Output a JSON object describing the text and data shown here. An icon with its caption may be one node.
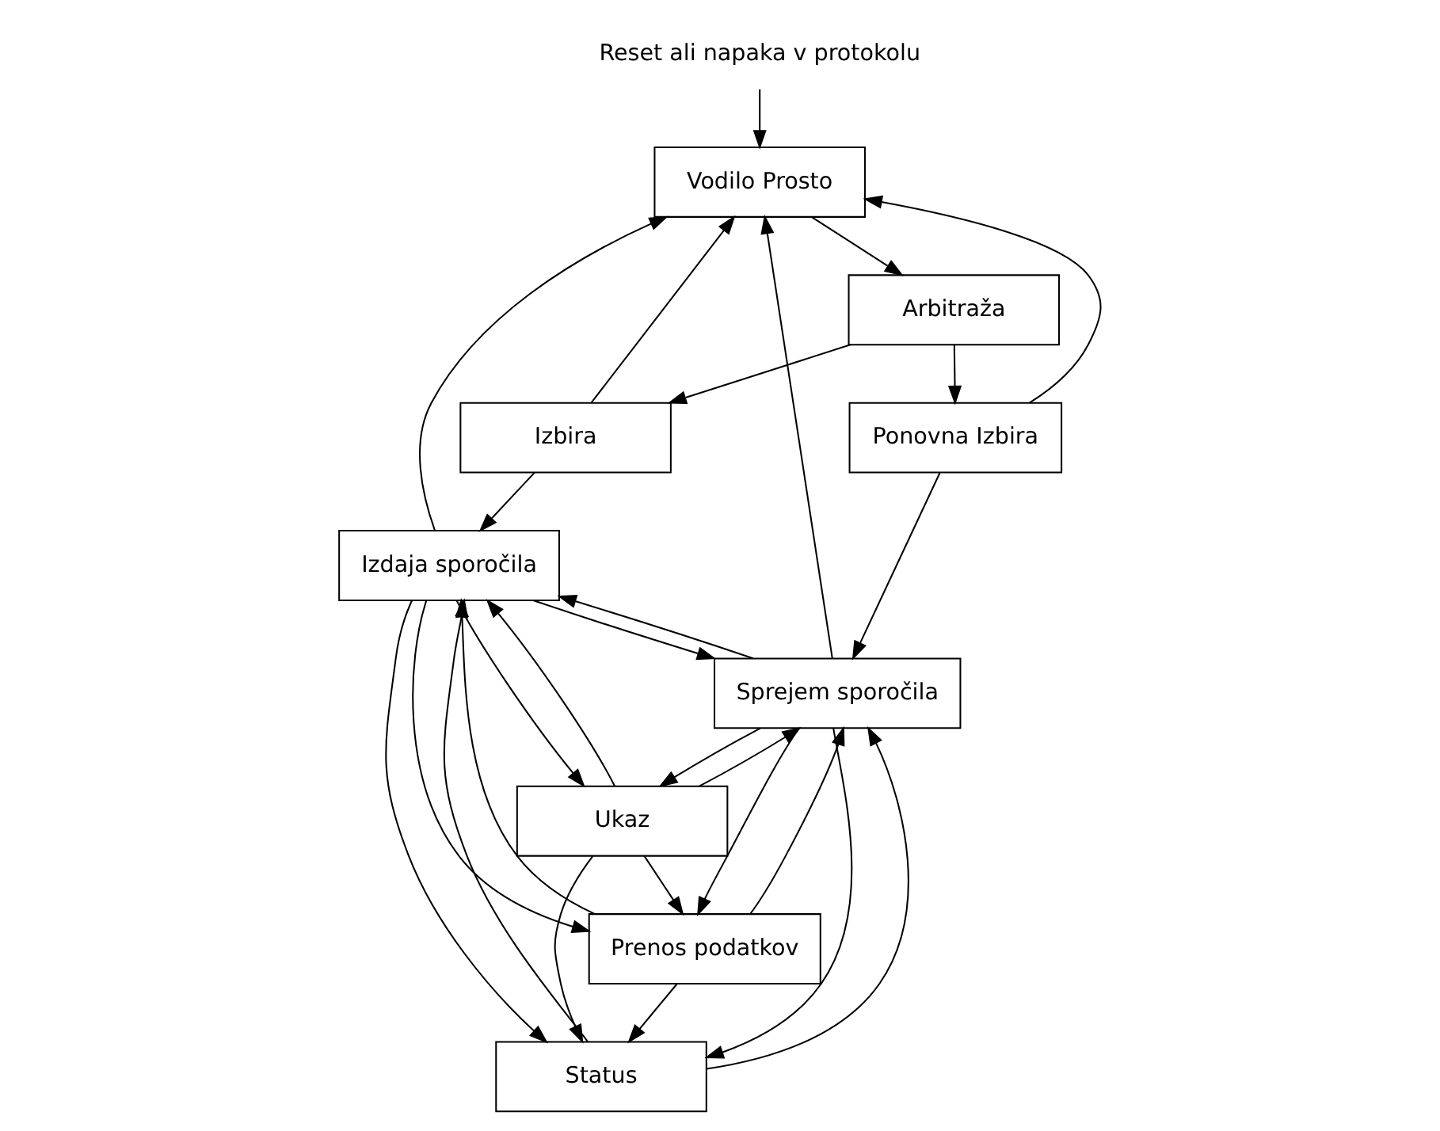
{
  "diagram": {
    "nodes": [
      {
        "text": [
          "Reset ali napaka v protokolu"
        ]
      },
      {
        "text": [
          "Vodilo Prosto"
        ]
      },
      {
        "text": [
          "Izbira"
        ]
      },
      {
        "text": [
          "Arbitraža"
        ]
      },
      {
        "text": [
          "Ponovna Izbira"
        ]
      },
      {
        "text": [
          "Izdaja sporočila"
        ]
      },
      {
        "text": [
          "Ukaz"
        ]
      },
      {
        "text": [
          "Prenos podatkov"
        ]
      },
      {
        "text": [
          "Status"
        ]
      },
      {
        "text": [
          "Sprejem sporočila"
        ]
      }
    ],
    "edges": [
      {
        "from": 0,
        "to": 1,
        "arrow": "to"
      },
      {
        "from": 1,
        "to": 3,
        "arrow": "to"
      },
      {
        "from": 3,
        "to": 2,
        "arrow": "to"
      },
      {
        "from": 3,
        "to": 4,
        "arrow": "to"
      },
      {
        "from": 2,
        "to": 1,
        "arrow": "to"
      },
      {
        "from": 4,
        "to": 1,
        "arrow": "to"
      },
      {
        "from": 2,
        "to": 5,
        "arrow": "to"
      },
      {
        "from": 5,
        "to": 1,
        "arrow": "to"
      },
      {
        "from": 9,
        "to": 1,
        "arrow": "to"
      },
      {
        "from": 4,
        "to": 9,
        "arrow": "to"
      },
      {
        "from": 5,
        "to": 6,
        "arrow": "to"
      },
      {
        "from": 6,
        "to": 5,
        "arrow": "to"
      },
      {
        "from": 6,
        "to": 7,
        "arrow": "to"
      },
      {
        "from": 7,
        "to": 8,
        "arrow": "to"
      },
      {
        "from": 8,
        "to": 9,
        "arrow": "to"
      },
      {
        "from": 9,
        "to": 8,
        "arrow": "to"
      },
      {
        "from": 7,
        "to": 5,
        "arrow": "to"
      },
      {
        "from": 8,
        "to": 5,
        "arrow": "to"
      },
      {
        "from": 9,
        "to": 5,
        "arrow": "to"
      },
      {
        "from": 9,
        "to": 6,
        "arrow": "to"
      },
      {
        "from": 9,
        "to": 7,
        "arrow": "to"
      },
      {
        "from": 5,
        "to": 7,
        "arrow": "to"
      },
      {
        "from": 5,
        "to": 9,
        "arrow": "to"
      },
      {
        "from": 5,
        "to": 8,
        "arrow": "to"
      },
      {
        "from": 6,
        "to": 9,
        "arrow": "to"
      },
      {
        "from": 6,
        "to": 8,
        "arrow": "to"
      },
      {
        "from": 7,
        "to": 9,
        "arrow": "to"
      }
    ]
  }
}
